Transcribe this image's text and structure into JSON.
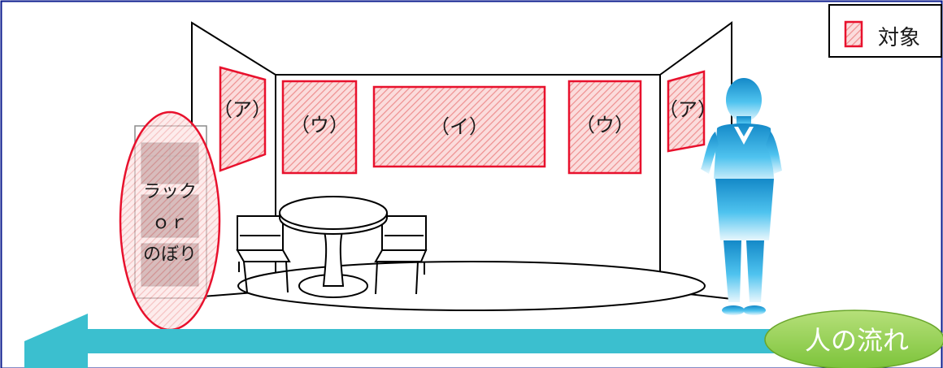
{
  "legend": {
    "label": "対象",
    "swatch_color": "#f4a7a7",
    "border_color": "#e00000"
  },
  "panels": {
    "left_wall": "（ア）",
    "back_left": "（ウ）",
    "back_center": "（イ）",
    "back_right": "（ウ）",
    "right_wall": "（ア）"
  },
  "rack": {
    "line1": "ラック",
    "line2": "ｏｒ",
    "line3": "のぼり"
  },
  "flow": {
    "label": "人の流れ",
    "arrow_color": "#3bbfcf",
    "label_bg": "#8cc63f"
  },
  "colors": {
    "frame": "#0a1a8c",
    "target_red": "#e8112d",
    "hatch": "#f2a0a0",
    "person": "#1a9bd6"
  }
}
